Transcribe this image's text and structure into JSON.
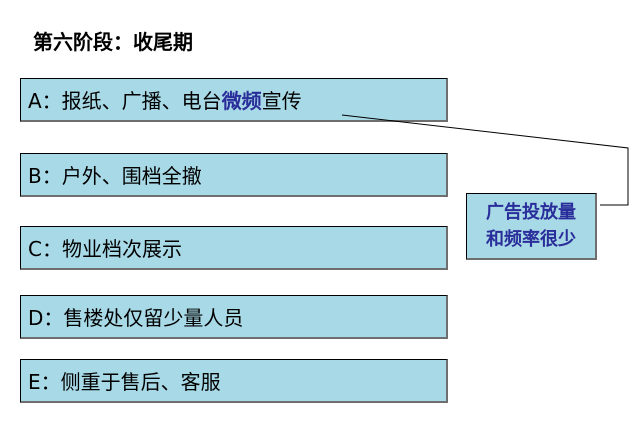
{
  "title": "第六阶段：收尾期",
  "items": [
    {
      "prefix": "A：报纸、广播、电台",
      "highlight": "微频",
      "suffix": "宣传"
    },
    {
      "prefix": "B：户外、围档全撤",
      "highlight": "",
      "suffix": ""
    },
    {
      "prefix": "C：物业档次展示",
      "highlight": "",
      "suffix": ""
    },
    {
      "prefix": "D：售楼处仅留少量人员",
      "highlight": "",
      "suffix": ""
    },
    {
      "prefix": "E：侧重于售后、客服",
      "highlight": "",
      "suffix": ""
    }
  ],
  "callout": {
    "line1": "广告投放量",
    "line2": "和频率很少"
  },
  "colors": {
    "box_fill": "#a8d9e6",
    "highlight_text": "#2a2e9a"
  }
}
